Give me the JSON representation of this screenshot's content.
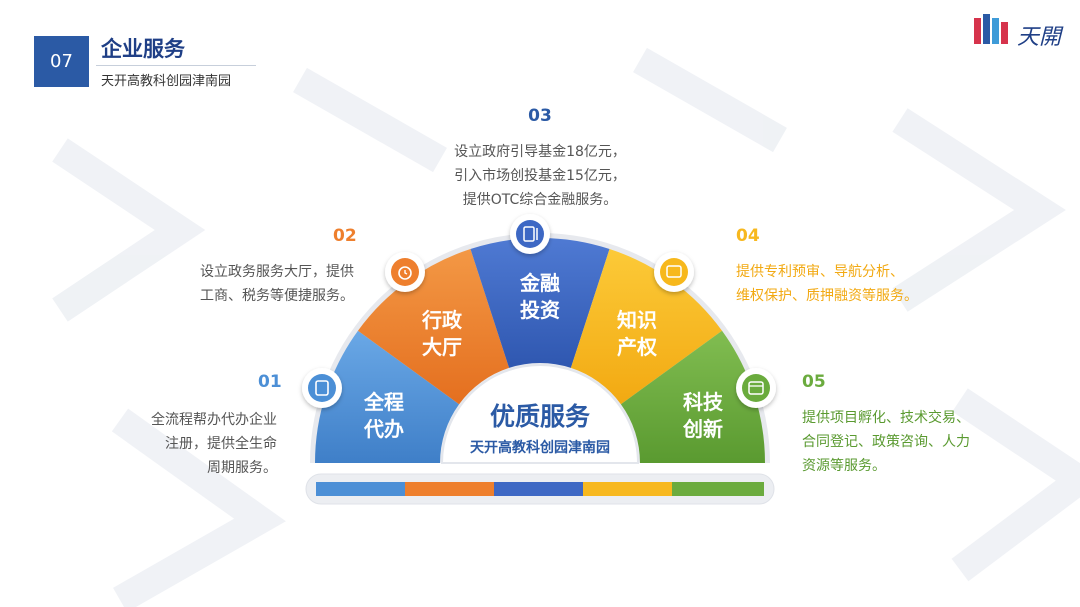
{
  "header": {
    "number": "07",
    "title": "企业服务",
    "subtitle": "天开高教科创园津南园"
  },
  "logo": {
    "text": "天開"
  },
  "center": {
    "title": "优质服务",
    "subtitle": "天开高教科创园津南园"
  },
  "segments": [
    {
      "number": "01",
      "label_line1": "全程",
      "label_line2": "代办",
      "color": "#4c8fd6",
      "icon": "document-icon",
      "desc": [
        "全流程帮办代办企业",
        "注册，提供全生命",
        "周期服务。"
      ]
    },
    {
      "number": "02",
      "label_line1": "行政",
      "label_line2": "大厅",
      "color": "#ee7f2d",
      "icon": "alarm-clock-icon",
      "desc": [
        "设立政务服务大厅，提供",
        "工商、税务等便捷服务。"
      ]
    },
    {
      "number": "03",
      "label_line1": "金融",
      "label_line2": "投资",
      "color": "#3e68c4",
      "icon": "notebook-pen-icon",
      "desc": [
        "设立政府引导基金18亿元，",
        "引入市场创投基金15亿元，",
        "提供OTC综合金融服务。"
      ]
    },
    {
      "number": "04",
      "label_line1": "知识",
      "label_line2": "产权",
      "color": "#f7b81f",
      "icon": "screen-icon",
      "desc": [
        "提供专利预审、导航分析、",
        "维权保护、质押融资等服务。"
      ]
    },
    {
      "number": "05",
      "label_line1": "科技",
      "label_line2": "创新",
      "color": "#6bab3e",
      "icon": "calendar-icon",
      "desc": [
        "提供项目孵化、技术交易、",
        "合同登记、政策咨询、人力",
        "资源等服务。"
      ]
    }
  ],
  "colors": {
    "primary": "#2b5aa5",
    "num_blue": "#4c8fd6",
    "num_orange": "#ee7f2d",
    "num_navy": "#3e68c4",
    "num_yellow": "#f7b81f",
    "num_green": "#6bab3e"
  }
}
